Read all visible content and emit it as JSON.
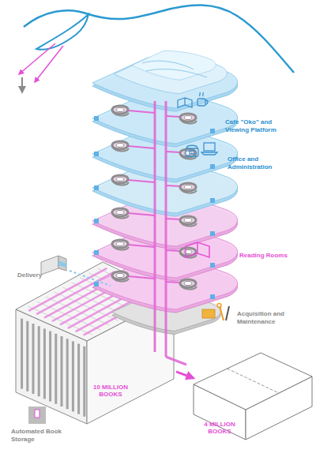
{
  "diagram": {
    "nodes": [
      {
        "text": [
          "10 MILLION BOOKS"
        ]
      },
      {
        "text": [
          "4 MILLION BOOKS"
        ]
      }
    ],
    "edges": [
      {
        "from": 0,
        "to": 1,
        "arrow": "to"
      }
    ],
    "labels": [
      "Cafe \"Oko\" and Viewing Platform",
      "Office and Administration",
      "Reading Rooms",
      "Delivery",
      "Acquisition and Maintenance",
      "Automated Book Storage"
    ]
  }
}
